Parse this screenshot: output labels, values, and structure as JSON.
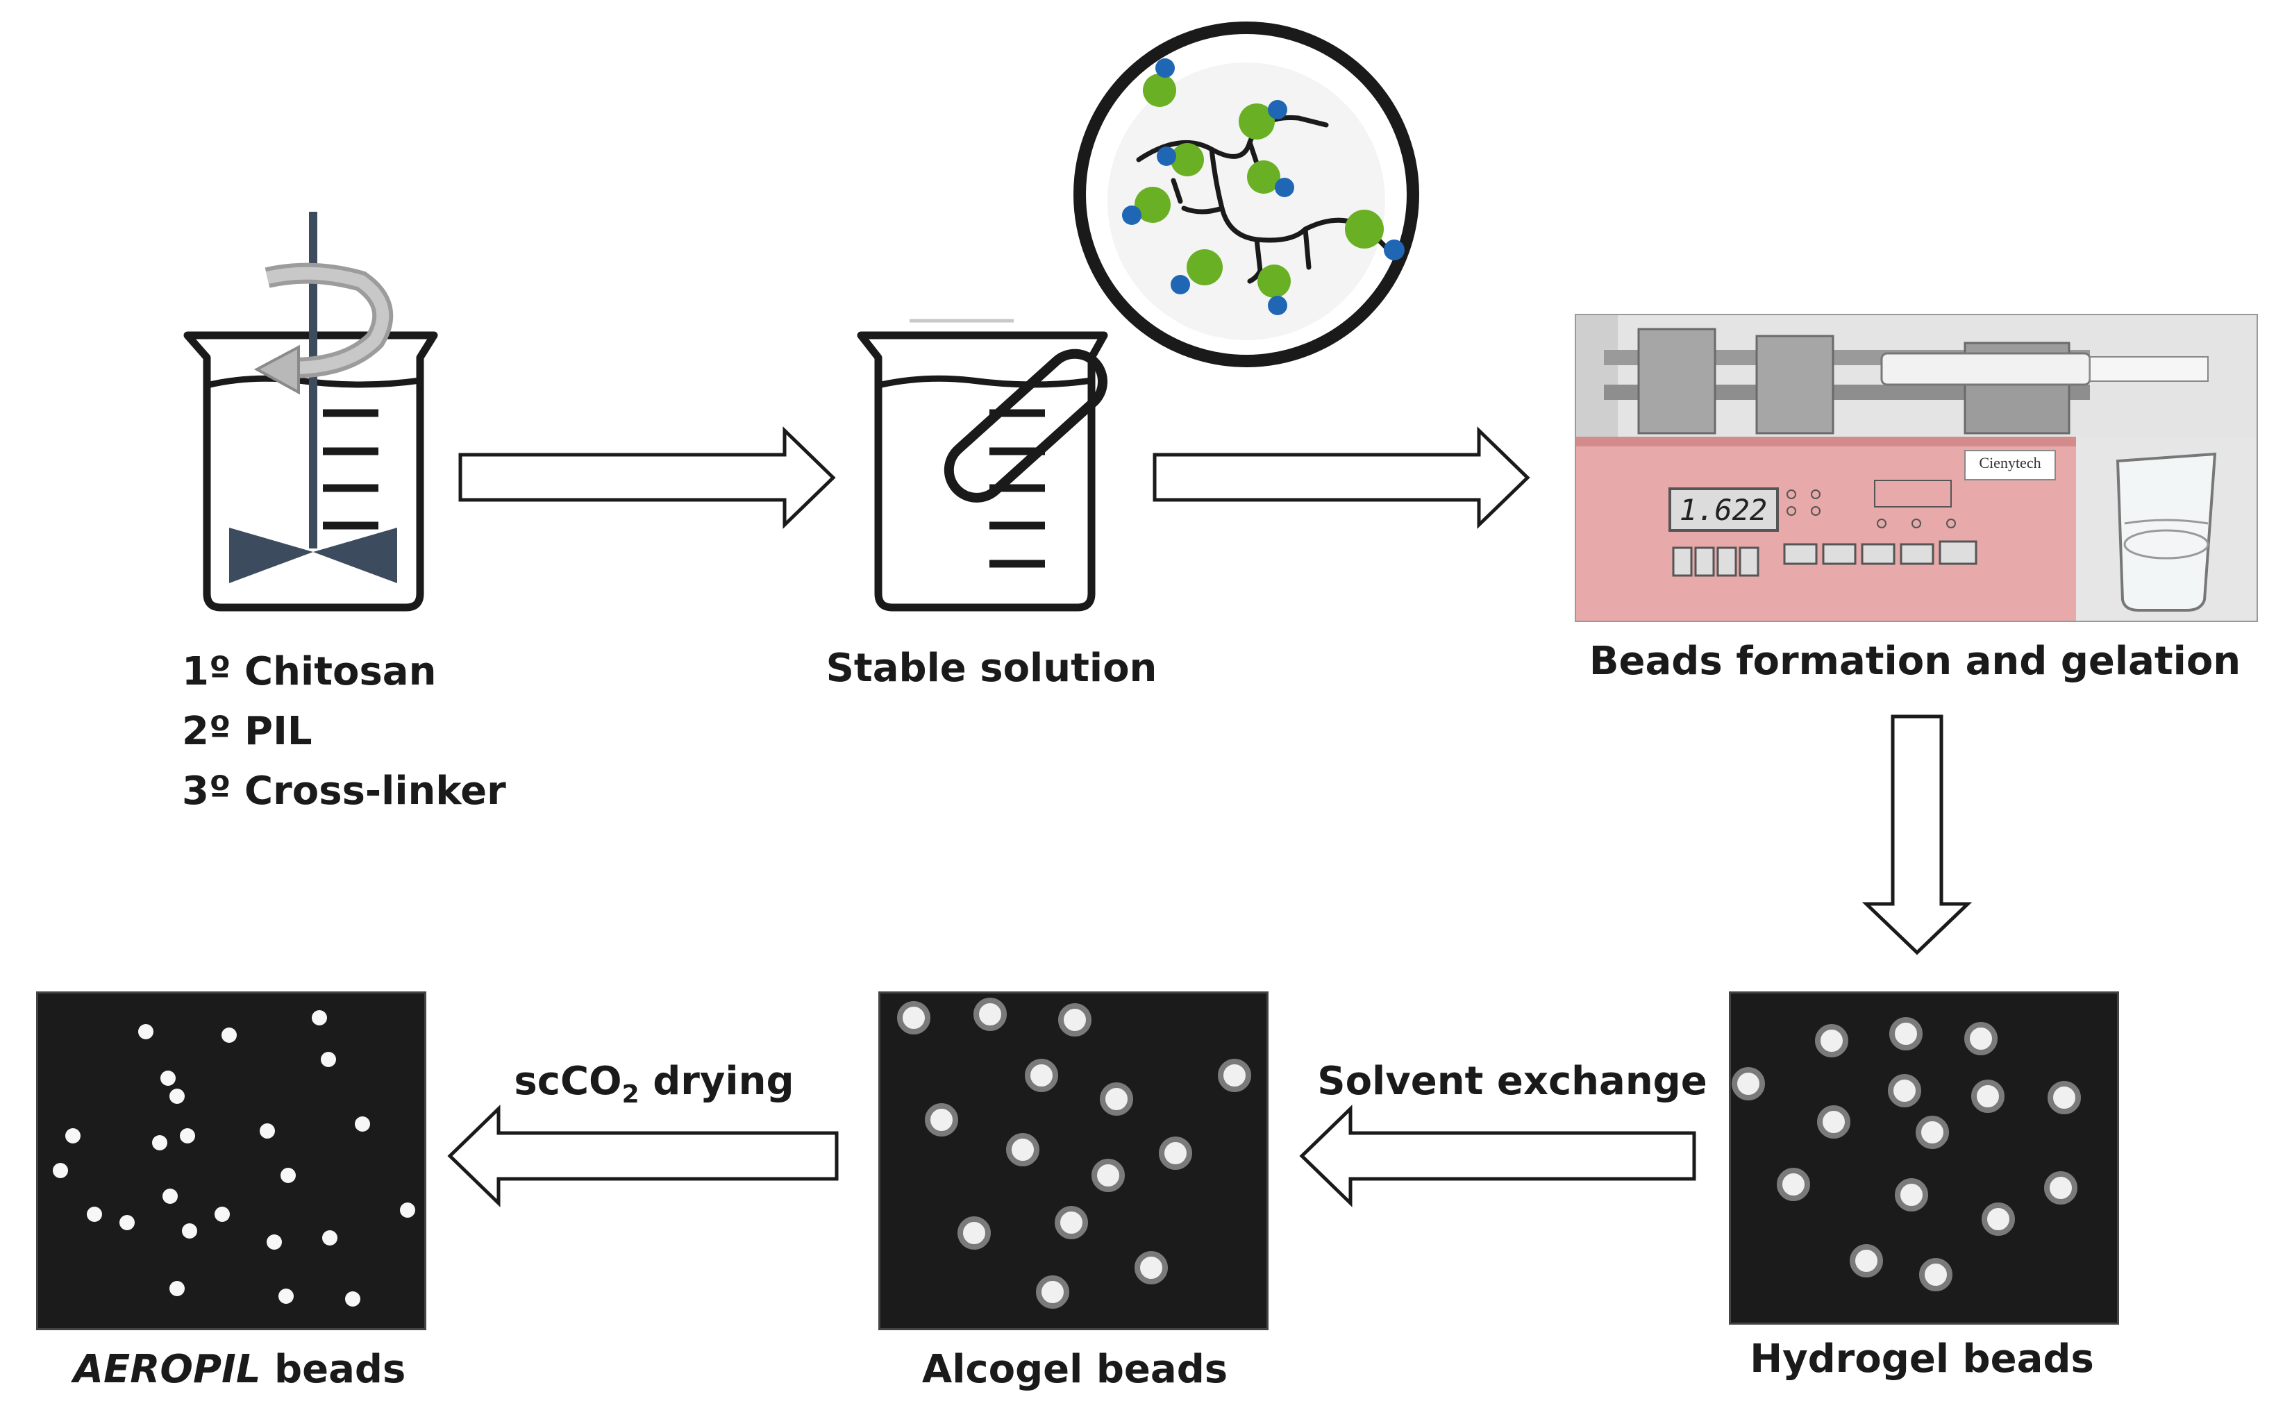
{
  "steps": {
    "step1": {
      "ingredients": [
        "1º Chitosan",
        "2º PIL",
        "3º Cross-linker"
      ]
    },
    "step2": {
      "label": "Stable solution"
    },
    "step3": {
      "label": "Beads formation and gelation",
      "pump_display": "1.622",
      "pump_brand": "Cienytech"
    },
    "step4": {
      "label": "Hydrogel beads"
    },
    "step5": {
      "label": "Alcogel beads"
    },
    "step6": {
      "label_italic": "AEROPIL",
      "label_rest": " beads"
    }
  },
  "transitions": {
    "solvent_exchange": "Solvent exchange",
    "scco2_drying_prefix": "scCO",
    "scco2_drying_sub": "2",
    "scco2_drying_suffix": " drying"
  },
  "colors": {
    "line": "#1a1a1a",
    "impeller": "#3d4b5e",
    "green_atom": "#6ab024",
    "blue_atom": "#1f66b5",
    "swirl": "#a8a8a8",
    "pump_body": "#e8a8a8",
    "dish": "#1b1b1b",
    "bead": "#f4f4f4"
  }
}
